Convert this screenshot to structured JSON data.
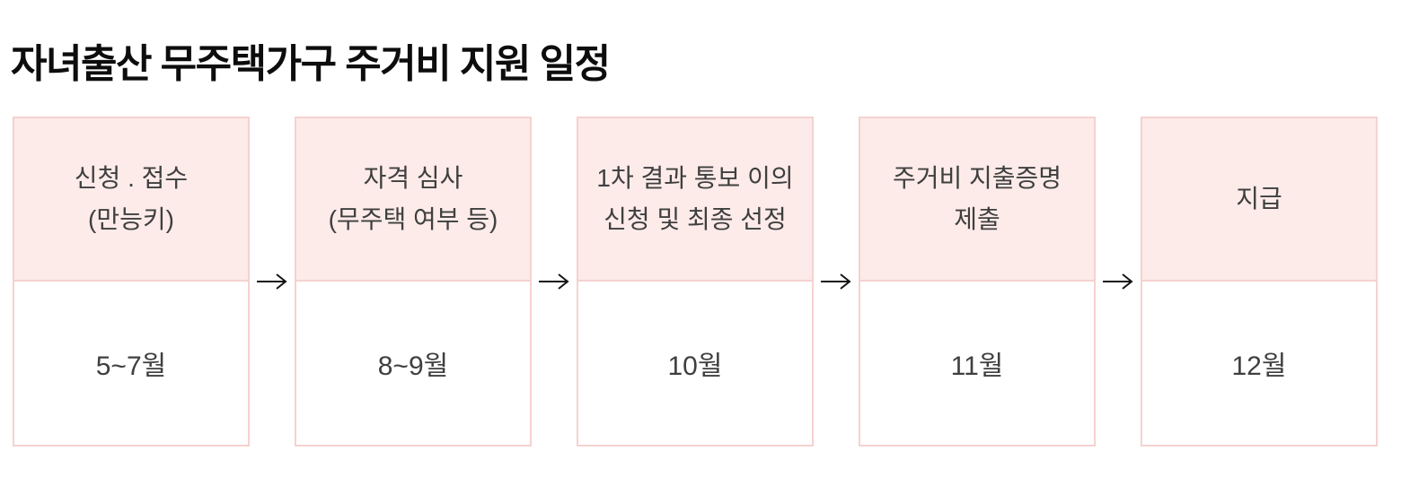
{
  "page": {
    "title": "자녀출산 무주택가구 주거비 지원 일정"
  },
  "colors": {
    "box_fill": "#fcebe9",
    "box_border": "#f5d2d0",
    "label_text": "#3f3f3f",
    "title_text": "#0d0d0d",
    "arrow": "#141414",
    "page_bg": "#ffffff"
  },
  "flow": {
    "arrow_symbol": "→",
    "steps": [
      {
        "label_line1": "신청 . 접수",
        "label_line2": "(만능키)",
        "period": "5~7월"
      },
      {
        "label_line1": "자격 심사",
        "label_line2": "(무주택 여부 등)",
        "period": "8~9월"
      },
      {
        "label_line1": "1차 결과 통보 이의",
        "label_line2": "신청 및 최종 선정",
        "period": "10월"
      },
      {
        "label_line1": "주거비 지출증명",
        "label_line2": "제출",
        "period": "11월"
      },
      {
        "label_line1": "지급",
        "label_line2": null,
        "period": "12월"
      }
    ]
  }
}
